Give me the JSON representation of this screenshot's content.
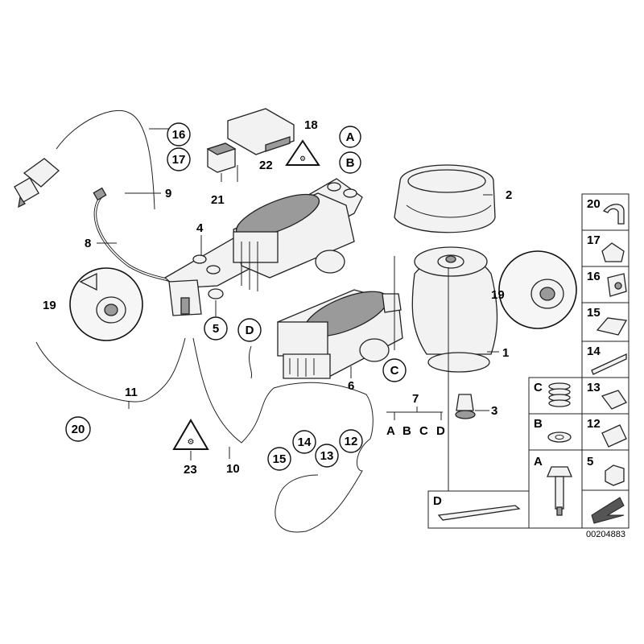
{
  "callouts": {
    "c1": "1",
    "c2": "2",
    "c3": "3",
    "c4": "4",
    "c5": "5",
    "c6": "6",
    "c7": "7",
    "c8": "8",
    "c9": "9",
    "c10": "10",
    "c11": "11",
    "c12": "12",
    "c13": "13",
    "c14": "14",
    "c15": "15",
    "c16": "16",
    "c17": "17",
    "c18": "18",
    "c19a": "19",
    "c19b": "19",
    "c20": "20",
    "c21": "21",
    "c22": "22",
    "c23": "23",
    "cA": "A",
    "cB": "B",
    "cC": "C",
    "cD": "D"
  },
  "kit_letters": [
    "A",
    "B",
    "C",
    "D"
  ],
  "legend": {
    "right_column": [
      "20",
      "17",
      "16",
      "15",
      "14",
      "13",
      "12",
      "5"
    ],
    "left_column": [
      "C",
      "B",
      "A"
    ],
    "bottom": "D"
  },
  "catalog_number": "00204883"
}
